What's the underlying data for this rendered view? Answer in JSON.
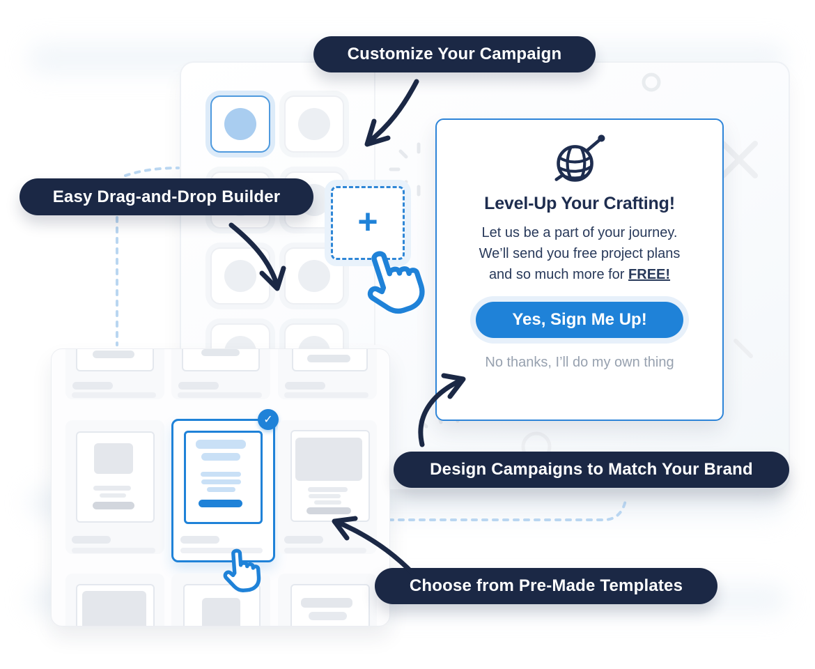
{
  "callouts": {
    "customize": "Customize Your Campaign",
    "builder": "Easy Drag-and-Drop Builder",
    "design": "Design Campaigns to Match Your Brand",
    "templates": "Choose from Pre-Made Templates"
  },
  "modal": {
    "icon": "yarn-ball-icon",
    "title": "Level-Up Your Crafting!",
    "body_line1": "Let us be a part of your journey.",
    "body_line2": "We’ll send you free project plans",
    "body_line3_prefix": "and so much more for ",
    "body_line3_emphasis": "FREE!",
    "cta_label": "Yes, Sign Me Up!",
    "dismiss_label": "No thanks, I’ll do my own thing"
  },
  "builder": {
    "add_block_glyph": "+",
    "selected_check_glyph": "✓"
  },
  "colors": {
    "navy": "#1b2845",
    "accent_blue": "#1f82d8",
    "dashed_border_blue": "#2e86d6",
    "light_blue_fill": "#a9cdf0",
    "pale_blue_line": "#c9e0f6",
    "gray_line": "#e7eaef",
    "muted_text": "#97a1af"
  }
}
